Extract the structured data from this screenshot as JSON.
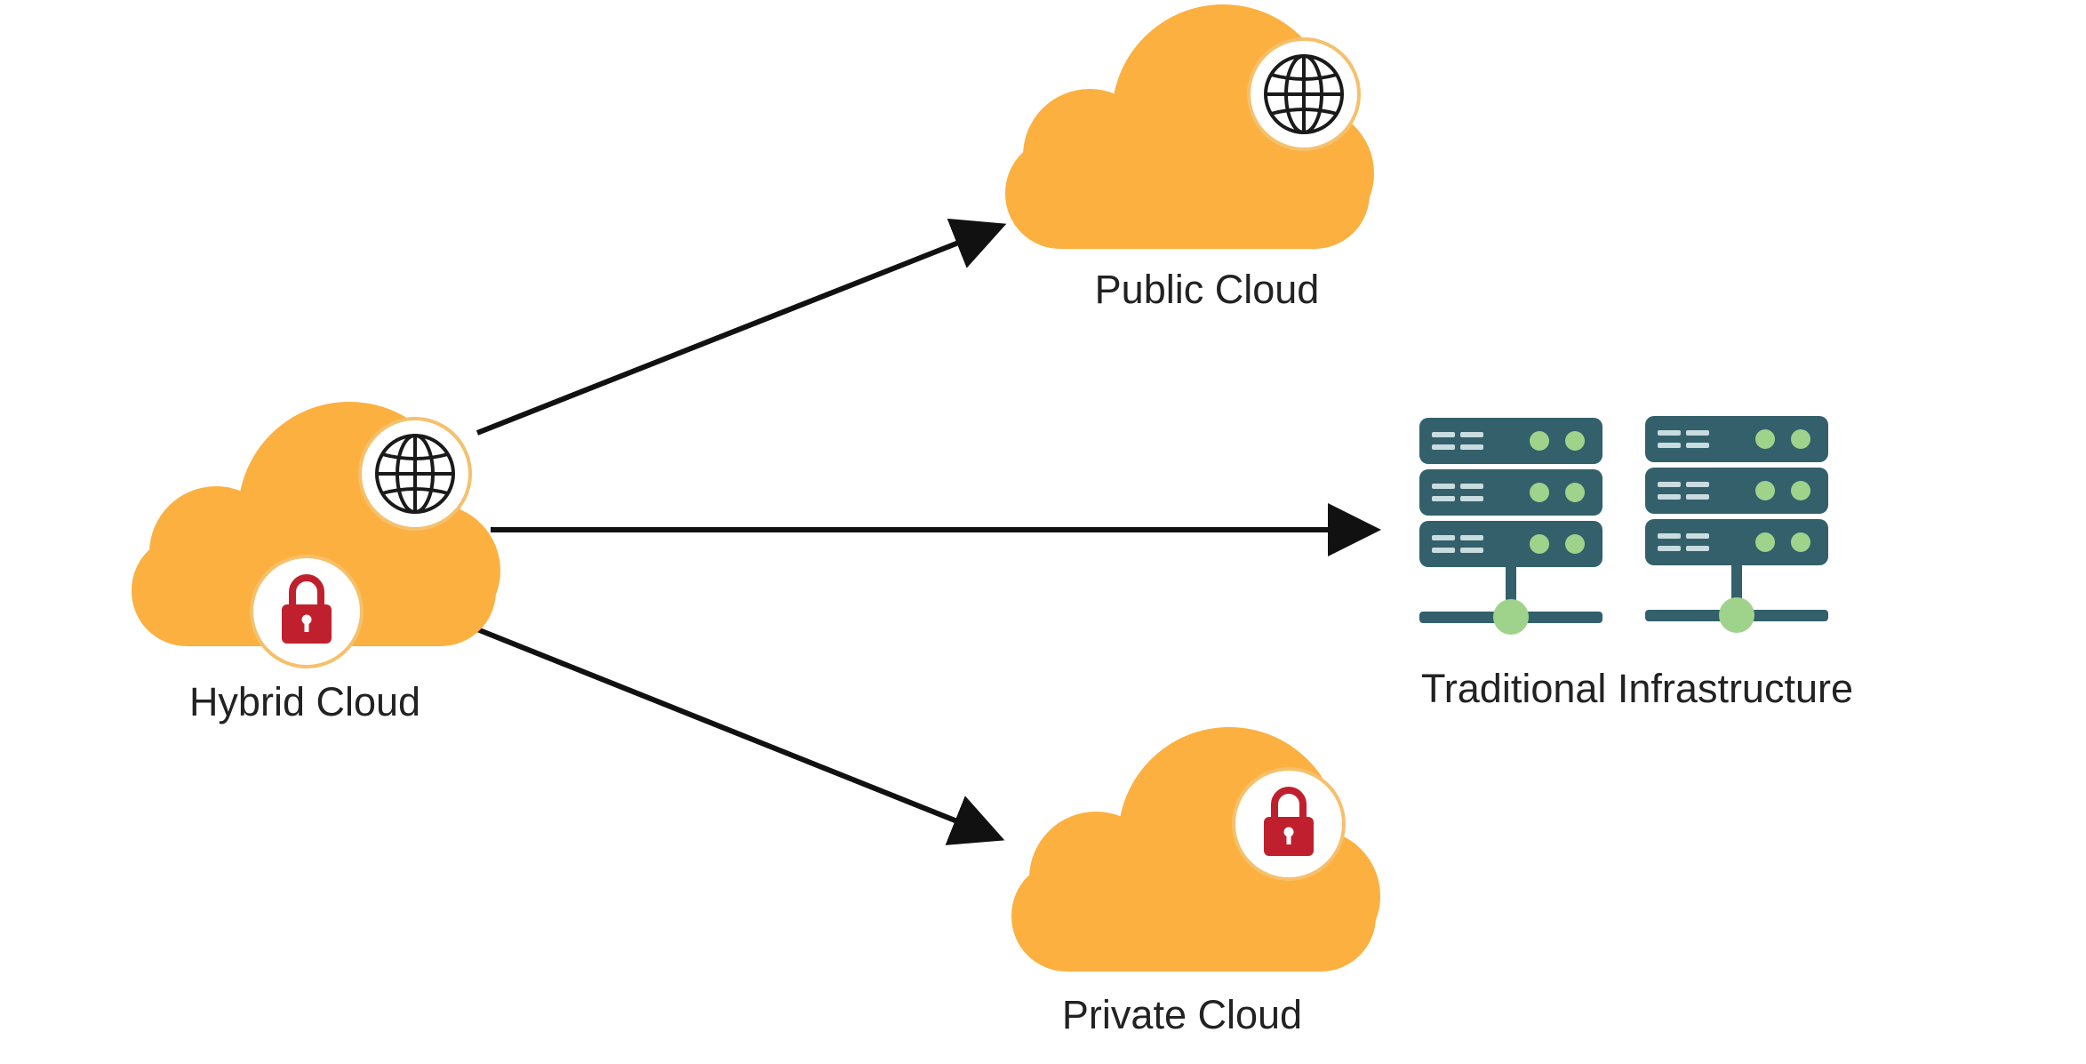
{
  "nodes": {
    "hybrid": {
      "label": "Hybrid Cloud",
      "icons": [
        "globe-icon",
        "lock-icon"
      ]
    },
    "public": {
      "label": "Public Cloud",
      "icons": [
        "globe-icon"
      ]
    },
    "private": {
      "label": "Private Cloud",
      "icons": [
        "lock-icon"
      ]
    },
    "traditional": {
      "label": "Traditional Infrastructure",
      "icons": [
        "server-rack-icon",
        "server-rack-icon"
      ]
    }
  },
  "edges": [
    {
      "from": "hybrid",
      "to": "public"
    },
    {
      "from": "hybrid",
      "to": "traditional"
    },
    {
      "from": "hybrid",
      "to": "private"
    }
  ],
  "colors": {
    "cloud": "#FBB040",
    "server": "#33606A",
    "server_light": "#C9DCE0",
    "server_led": "#9FD38C",
    "lock": "#C0202E",
    "arrow": "#111111",
    "text": "#222222"
  }
}
